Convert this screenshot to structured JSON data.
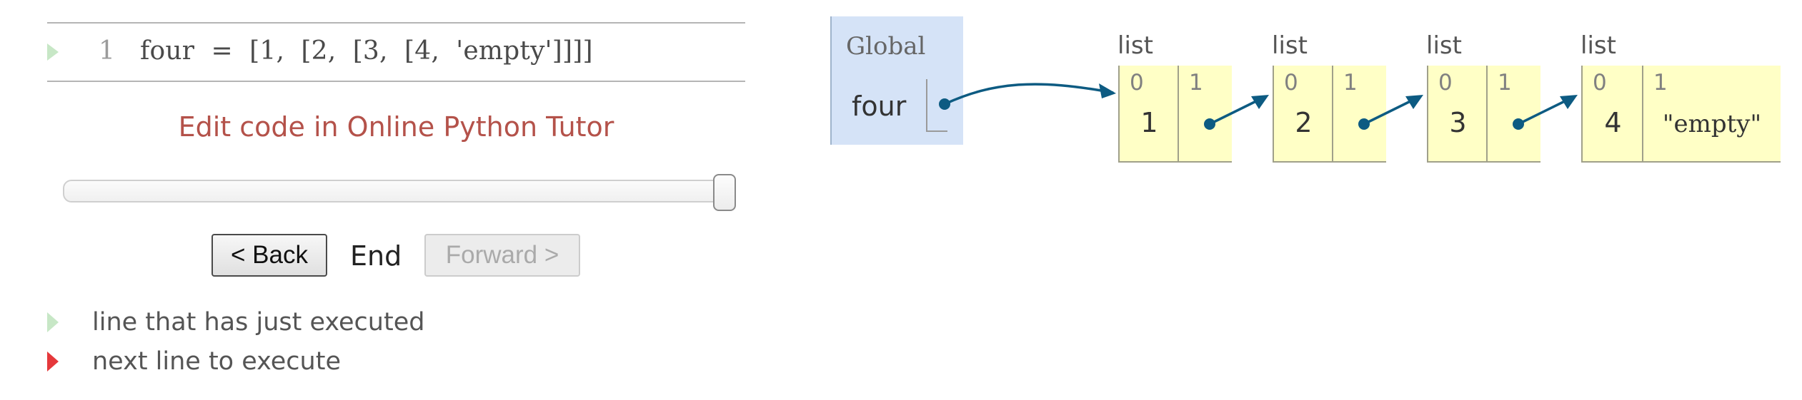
{
  "code": {
    "line_number": "1",
    "source": "four  =  [1,  [2,  [3,  [4,  'empty']]]]"
  },
  "edit_link": "Edit code in Online Python Tutor",
  "controls": {
    "back_label": "< Back",
    "step_label": "End",
    "forward_label": "Forward >"
  },
  "legend": {
    "executed_label": "line that has just executed",
    "next_label": "next line to execute"
  },
  "frame": {
    "title": "Global",
    "var_name": "four"
  },
  "lists": [
    {
      "label": "list",
      "cells": [
        {
          "index": "0",
          "value": "1"
        },
        {
          "index": "1",
          "value": ""
        }
      ]
    },
    {
      "label": "list",
      "cells": [
        {
          "index": "0",
          "value": "2"
        },
        {
          "index": "1",
          "value": ""
        }
      ]
    },
    {
      "label": "list",
      "cells": [
        {
          "index": "0",
          "value": "3"
        },
        {
          "index": "1",
          "value": ""
        }
      ]
    },
    {
      "label": "list",
      "cells": [
        {
          "index": "0",
          "value": "4"
        },
        {
          "index": "1",
          "value": "\"empty\""
        }
      ]
    }
  ],
  "colors": {
    "pointer": "#0d5b82",
    "frame_bg": "#d5e3f7",
    "cell_bg": "#ffffc6",
    "link": "#b4524a",
    "executed_arrow": "#c7e7c6",
    "next_arrow": "#e5383b"
  }
}
